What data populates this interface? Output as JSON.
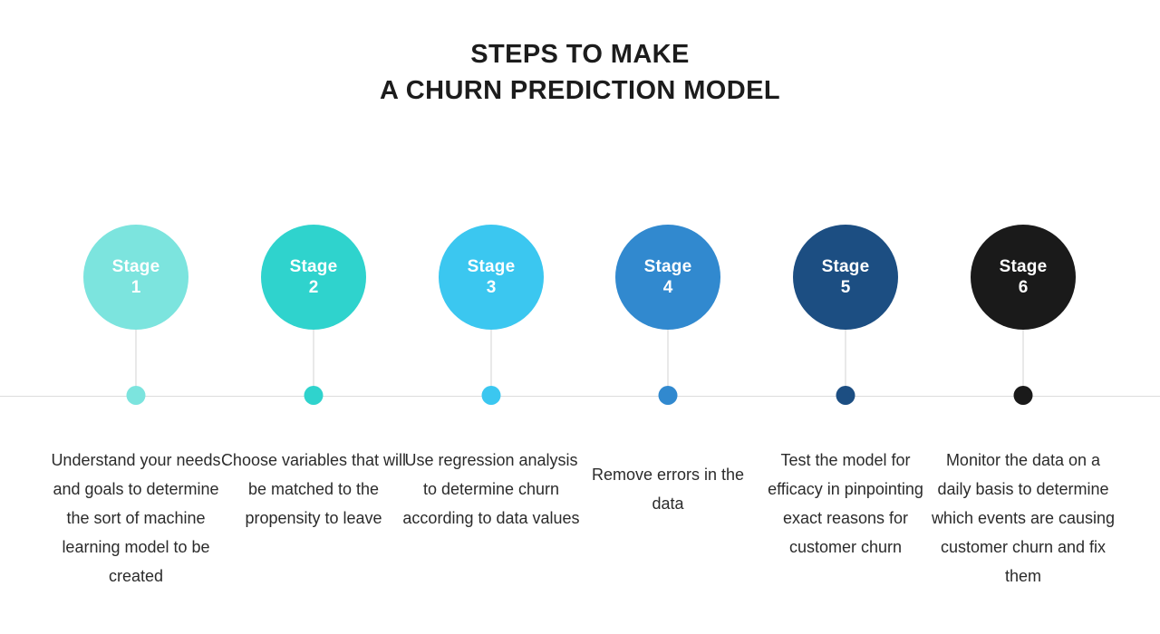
{
  "title": {
    "line1": "STEPS TO MAKE",
    "line2": "A CHURN PREDICTION MODEL"
  },
  "timeline": {
    "axis_color": "#dcdcdc",
    "connector_color": "#d3d3d3"
  },
  "stages": [
    {
      "stage_word": "Stage",
      "number": "1",
      "color": "#7ce4de",
      "caption": "Understand your needs and goals to determine the sort of machine learning model to be created"
    },
    {
      "stage_word": "Stage",
      "number": "2",
      "color": "#2fd3cd",
      "caption": "Choose variables that will be matched to the propensity to leave"
    },
    {
      "stage_word": "Stage",
      "number": "3",
      "color": "#3bc7f0",
      "caption": "Use regression analysis to determine churn according to data values"
    },
    {
      "stage_word": "Stage",
      "number": "4",
      "color": "#3189cf",
      "caption": "Remove errors in the data"
    },
    {
      "stage_word": "Stage",
      "number": "5",
      "color": "#1c4e82",
      "caption": "Test the model for efficacy in pinpointing exact reasons for customer churn"
    },
    {
      "stage_word": "Stage",
      "number": "6",
      "color": "#1a1a1a",
      "caption": "Monitor the data on a daily basis to determine which events are causing customer churn and fix them"
    }
  ]
}
